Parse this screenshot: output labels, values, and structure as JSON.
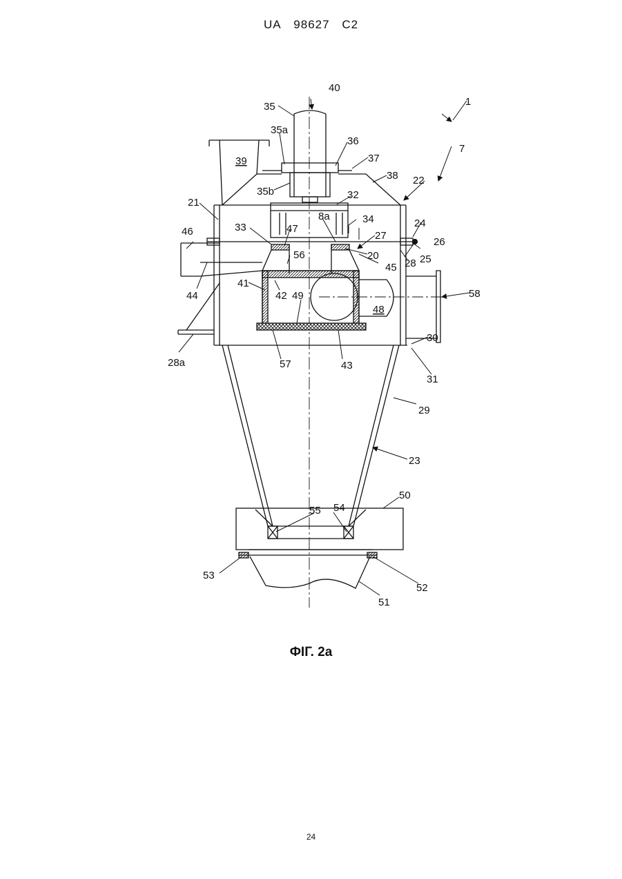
{
  "header": {
    "country": "UA",
    "number": "98627",
    "kind": "C2"
  },
  "figure": {
    "caption": "ФІГ. 2a",
    "labels": {
      "l1": "1",
      "l7": "7",
      "l40": "40",
      "l35": "35",
      "l35a": "35a",
      "l36": "36",
      "l37": "37",
      "l39": "39",
      "l38": "38",
      "l22": "22",
      "l35b": "35b",
      "l21": "21",
      "l32": "32",
      "l8a": "8a",
      "l34": "34",
      "l24": "24",
      "l46": "46",
      "l33": "33",
      "l47": "47",
      "l27": "27",
      "l26": "26",
      "l20": "20",
      "l25": "25",
      "l56": "56",
      "l45": "45",
      "l28": "28",
      "l41": "41",
      "l42": "42",
      "l49": "49",
      "l44": "44",
      "l48": "48",
      "l58": "58",
      "l30": "30",
      "l28a": "28a",
      "l57": "57",
      "l43": "43",
      "l31": "31",
      "l29": "29",
      "l23": "23",
      "l50": "50",
      "l55": "55",
      "l54": "54",
      "l53": "53",
      "l52": "52",
      "l51": "51"
    }
  },
  "page_number": "24"
}
